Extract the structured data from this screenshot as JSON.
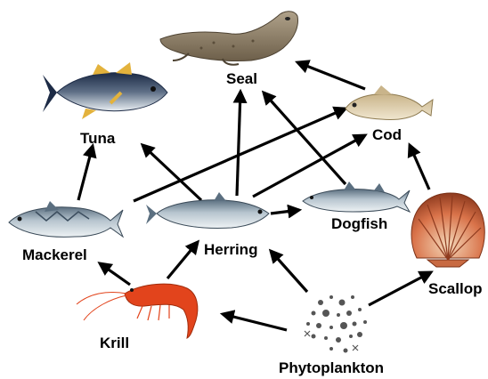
{
  "organisms": {
    "seal": "Seal",
    "tuna": "Tuna",
    "cod": "Cod",
    "mackerel": "Mackerel",
    "herring": "Herring",
    "dogfish": "Dogfish",
    "scallop": "Scallop",
    "krill": "Krill",
    "phytoplankton": "Phytoplankton"
  },
  "edges": [
    {
      "from": "Mackerel",
      "to": "Tuna"
    },
    {
      "from": "Mackerel",
      "to": "Cod"
    },
    {
      "from": "Herring",
      "to": "Tuna"
    },
    {
      "from": "Herring",
      "to": "Seal"
    },
    {
      "from": "Herring",
      "to": "Cod"
    },
    {
      "from": "Herring",
      "to": "Dogfish"
    },
    {
      "from": "Dogfish",
      "to": "Seal"
    },
    {
      "from": "Cod",
      "to": "Seal"
    },
    {
      "from": "Scallop",
      "to": "Cod"
    },
    {
      "from": "Krill",
      "to": "Mackerel"
    },
    {
      "from": "Krill",
      "to": "Herring"
    },
    {
      "from": "Phytoplankton",
      "to": "Krill"
    },
    {
      "from": "Phytoplankton",
      "to": "Herring"
    },
    {
      "from": "Phytoplankton",
      "to": "Scallop"
    }
  ],
  "colors": {
    "arrow": "#000000",
    "fish_silver": "#a9b8c2",
    "tuna_back": "#1d2b46",
    "tuna_fin": "#e3b23c",
    "seal": "#9a8a73",
    "cod": "#d9c9a3",
    "krill": "#e2441c",
    "scallop": "#d9734a",
    "plankton": "#555555"
  }
}
